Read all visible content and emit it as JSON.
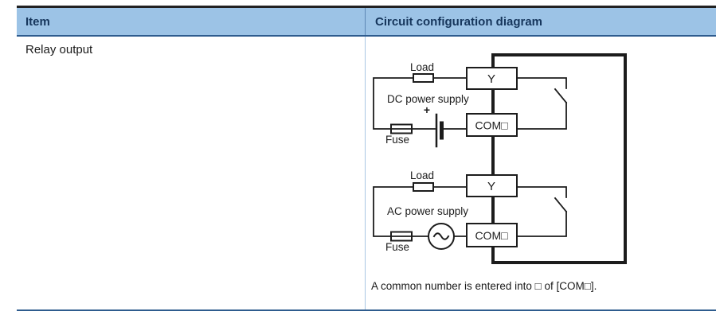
{
  "table": {
    "headers": {
      "item": "Item",
      "diagram": "Circuit configuration diagram"
    },
    "row": {
      "item": "Relay output"
    }
  },
  "diagram": {
    "dc": {
      "load": "Load",
      "supply": "DC power supply",
      "plus": "+",
      "fuse": "Fuse",
      "terminal_y": "Y",
      "terminal_com": "COM□"
    },
    "ac": {
      "load": "Load",
      "supply": "AC power supply",
      "fuse": "Fuse",
      "terminal_y": "Y",
      "terminal_com": "COM□"
    },
    "note": "A common number is entered into □ of [COM□]."
  },
  "colors": {
    "header_bg": "#9cc3e6",
    "header_text": "#16365c",
    "table_border_blue": "#2e5c8e",
    "table_top_border": "#212121",
    "column_divider": "#a9c7e3",
    "line_color": "#1c1c1c"
  }
}
